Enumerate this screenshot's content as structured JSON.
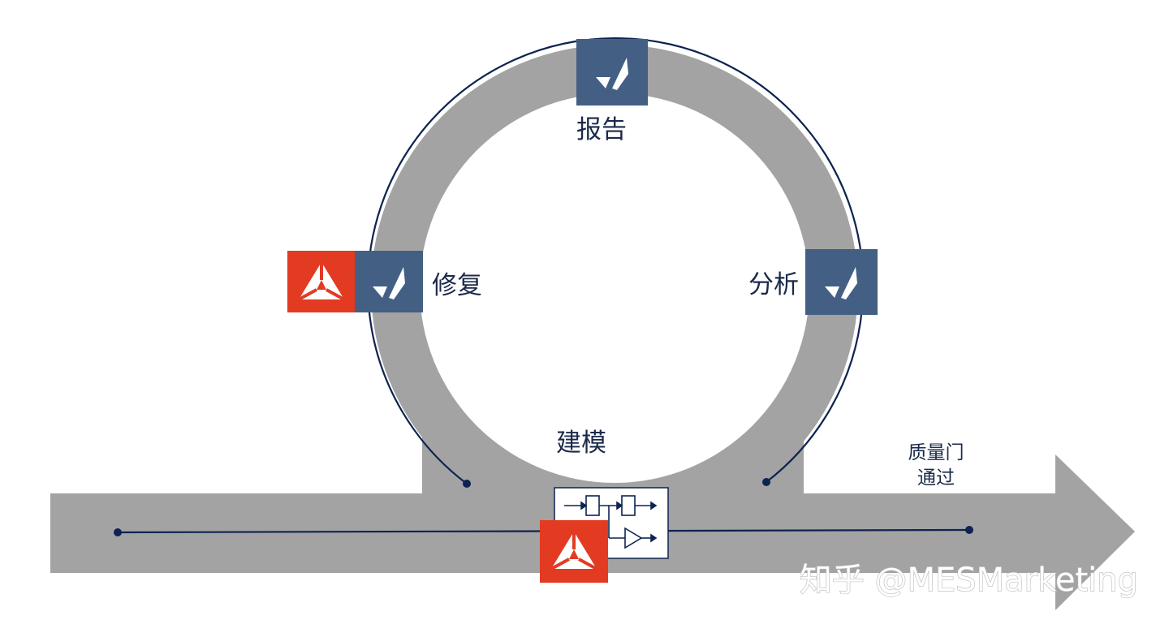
{
  "stages": {
    "report": "报告",
    "fix": "修复",
    "analyze": "分析",
    "model": "建模"
  },
  "gate": {
    "line1": "质量门",
    "line2": "通过"
  },
  "watermark": "知乎 @MESMarketing",
  "colors": {
    "track": "#a3a3a3",
    "line": "#0e2350",
    "tile_blue": "#445f84",
    "tile_red": "#e33a22",
    "text": "#1b2a4a"
  },
  "icons": {
    "check_tile": "checkmark-icon",
    "red_tile": "triangle-logo-icon",
    "model_box": "block-diagram-icon"
  }
}
